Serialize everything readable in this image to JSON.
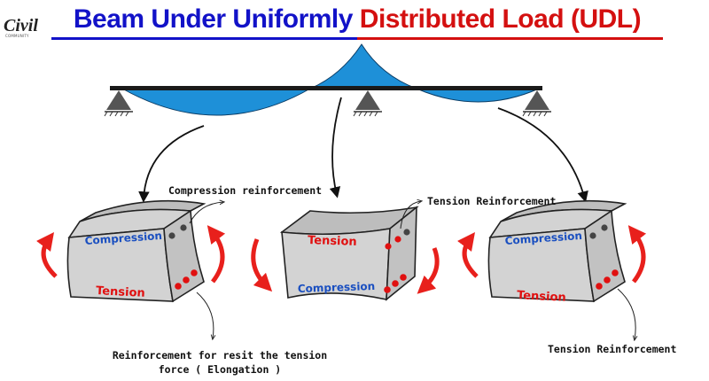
{
  "header": {
    "title_part1": "Beam Under Uniformly",
    "title_part2": "Distributed Load (UDL)"
  },
  "logo": {
    "text": "Civil",
    "subtext": "COMMUNITY"
  },
  "sections": {
    "left": {
      "top_label": "Compression",
      "bottom_label": "Tension"
    },
    "middle": {
      "top_label": "Tension",
      "bottom_label": "Compression"
    },
    "right": {
      "top_label": "Compression",
      "bottom_label": "Tension"
    }
  },
  "annotations": {
    "compression_reinforcement": "Compression reinforcement",
    "tension_reinforcement_middle": "Tension Reinforcement",
    "reinforcement_note_line1": "Reinforcement for resit the tension",
    "reinforcement_note_line2": "force ( Elongation )",
    "tension_reinforcement_right": "Tension Reinforcement"
  },
  "colors": {
    "title_blue": "#1212c8",
    "title_red": "#d41010",
    "moment_fill": "#1e90d8",
    "block_fill": "#d3d3d3",
    "compression_text": "#1a4fc0",
    "tension_text": "#e01010",
    "arrow_red": "#e8201c",
    "rebar_red": "#e01010",
    "rebar_dark": "#444444"
  }
}
